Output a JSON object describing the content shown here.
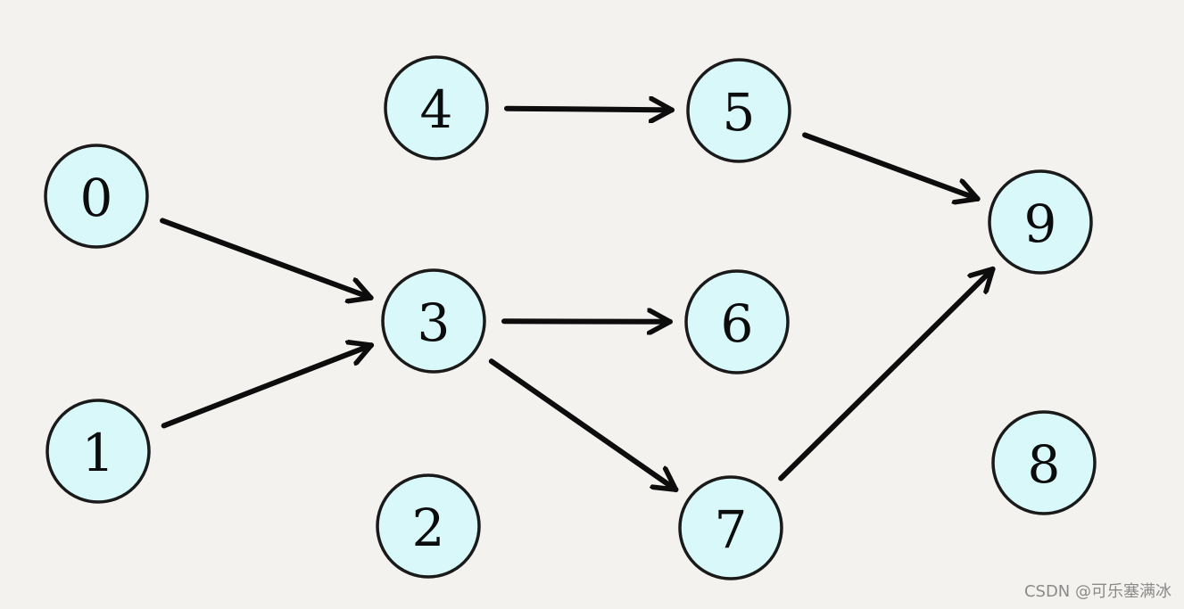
{
  "nodes": [
    {
      "id": "0",
      "label": "0"
    },
    {
      "id": "1",
      "label": "1"
    },
    {
      "id": "2",
      "label": "2"
    },
    {
      "id": "3",
      "label": "3"
    },
    {
      "id": "4",
      "label": "4"
    },
    {
      "id": "5",
      "label": "5"
    },
    {
      "id": "6",
      "label": "6"
    },
    {
      "id": "7",
      "label": "7"
    },
    {
      "id": "8",
      "label": "8"
    },
    {
      "id": "9",
      "label": "9"
    }
  ],
  "edges": [
    {
      "from": "0",
      "to": "3"
    },
    {
      "from": "1",
      "to": "3"
    },
    {
      "from": "3",
      "to": "6"
    },
    {
      "from": "3",
      "to": "7"
    },
    {
      "from": "4",
      "to": "5"
    },
    {
      "from": "5",
      "to": "9"
    },
    {
      "from": "7",
      "to": "9"
    }
  ],
  "colors": {
    "node_fill": "#d8f8fa",
    "node_stroke": "#1a1a1a",
    "edge": "#0d0d0d",
    "background": "#f3f2ef"
  },
  "watermark": "CSDN @可乐塞满冰"
}
